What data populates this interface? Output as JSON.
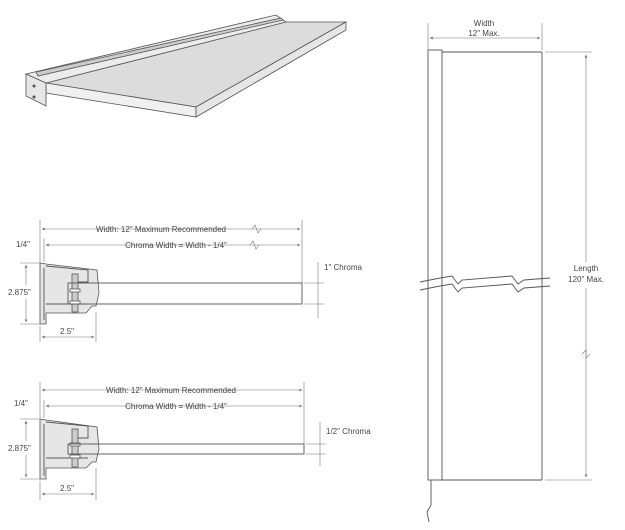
{
  "colors": {
    "line": "#555555",
    "dimension_line": "#777777",
    "shelf_top": "#dcdcdc",
    "shelf_face": "#f0f0f0",
    "bracket": "#e6e6e6",
    "text": "#444444"
  },
  "plan_view": {
    "width_label": "Width",
    "width_value": "12\" Max.",
    "length_label": "Length",
    "length_value": "120\" Max."
  },
  "section_1in": {
    "width_recommended": "Width: 12\" Maximum Recommended",
    "chroma_width": "Chroma Width = Width - 1/4\"",
    "quarter_label": "1/4\"",
    "height_label": "2.875\"",
    "depth_label": "2.5\"",
    "chroma_label": "1\" Chroma"
  },
  "section_half": {
    "width_recommended": "Width:  12\" Maximum Recommended",
    "chroma_width": "Chroma Width = Width - 1/4\"",
    "quarter_label": "1/4\"",
    "height_label": "2.875\"",
    "depth_label": "2.5\"",
    "chroma_label": "1/2\" Chroma"
  }
}
